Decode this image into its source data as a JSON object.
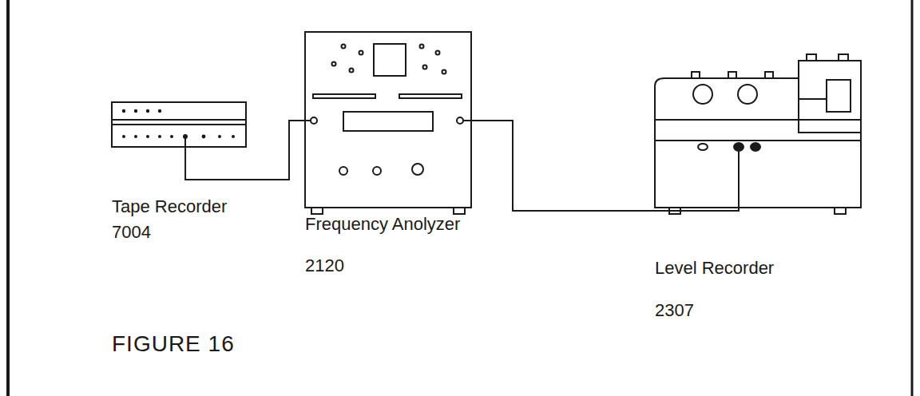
{
  "diagram": {
    "nodes": [
      {
        "text": [
          "Tape Recorder",
          "7004"
        ]
      },
      {
        "text": [
          "Frequency Anolyzer",
          "2120"
        ]
      },
      {
        "text": [
          "Level Recorder",
          "2307"
        ]
      }
    ],
    "edges": [
      {
        "from": 0,
        "to": 1,
        "arrow": "none"
      },
      {
        "from": 1,
        "to": 2,
        "arrow": "none"
      }
    ],
    "labels": [
      "FIGURE 16"
    ]
  }
}
